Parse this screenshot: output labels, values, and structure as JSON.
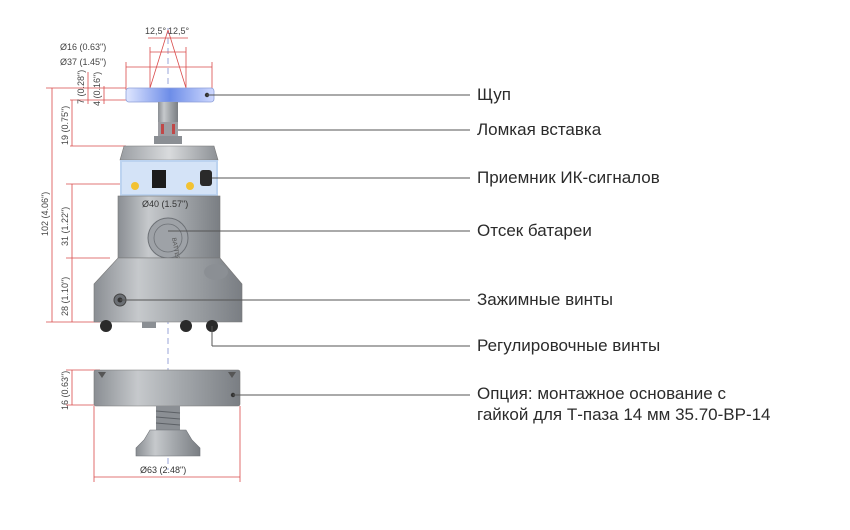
{
  "callouts": {
    "probe": "Щуп",
    "break_insert": "Ломкая вставка",
    "ir_receiver": "Приемник ИК-сигналов",
    "battery": "Отсек батареи",
    "clamp_screws": "Зажимные винты",
    "adjust_screws": "Регулировочные винты",
    "option_line1": "Опция: монтажное основание с",
    "option_line2": "гайкой для Т-паза 14 мм 35.70-BP-14"
  },
  "dimensions": {
    "angle_left": "12,5°",
    "angle_right": "12,5°",
    "d16": "Ø16 (0.63\")",
    "d37": "Ø37 (1.45\")",
    "h7": "7 (0.28\")",
    "h4": "4 (0.16\")",
    "h19": "19 (0.75\")",
    "h102": "102 (4.06\")",
    "h31": "31 (1.22\")",
    "d40": "Ø40 (1.57\")",
    "h28": "28 (1.10\")",
    "h16": "16 (0.63\")",
    "d63": "Ø63 (2.48\")"
  },
  "colors": {
    "body": "#a9adb1",
    "body_dark": "#7d8186",
    "stylus_glow": "#6f8fe6",
    "line": "#555555",
    "dim_line": "#d94a4a"
  }
}
